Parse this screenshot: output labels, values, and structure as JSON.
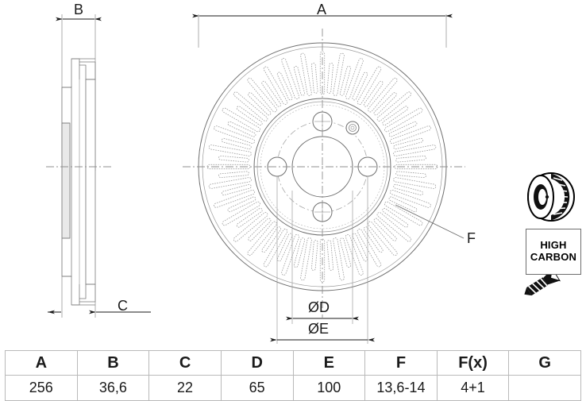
{
  "drawing": {
    "title": "brake-disc-technical-drawing",
    "dimension_labels": {
      "A": "A",
      "B": "B",
      "C": "C",
      "D": "ØD",
      "E": "ØE",
      "F": "F"
    },
    "callouts": {
      "high_carbon_line1": "HIGH",
      "high_carbon_line2": "CARBON"
    },
    "icons": {
      "vented_disc": "vented-brake-disc-icon",
      "countersunk_screw": "countersunk-screw-icon"
    },
    "line_color": "#7a7a7a",
    "dark_line_color": "#4a4a4a",
    "dim_color": "#2b2b2b",
    "accent_color": "#000000"
  },
  "spec_table": {
    "headers": [
      "A",
      "B",
      "C",
      "D",
      "E",
      "F",
      "F(x)",
      "G"
    ],
    "values": [
      "256",
      "36,6",
      "22",
      "65",
      "100",
      "13,6-14",
      "4+1",
      ""
    ]
  }
}
